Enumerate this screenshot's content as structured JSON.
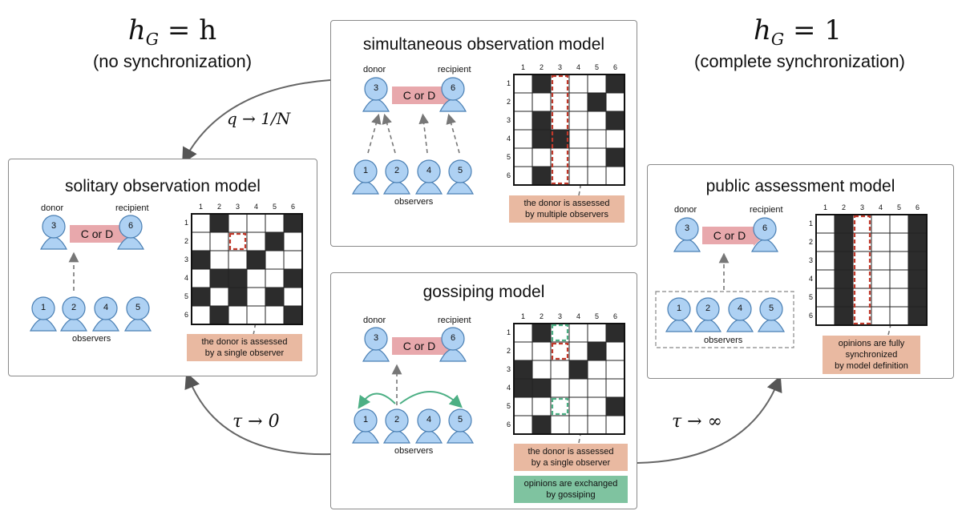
{
  "left_header": {
    "formula_lhs": "h",
    "formula_sub": "G",
    "formula_rhs": "= h",
    "caption": "(no synchronization)"
  },
  "right_header": {
    "formula_lhs": "h",
    "formula_sub": "G",
    "formula_rhs": "= 1",
    "caption": "(complete synchronization)"
  },
  "transitions": {
    "q": "q → 1/N",
    "tau_zero": "τ → 0",
    "tau_inf": "τ → ∞"
  },
  "common": {
    "donor": "donor",
    "recipient": "recipient",
    "action": "C or D",
    "observers": "observers",
    "donor_id": "3",
    "recipient_id": "6",
    "observer_ids": [
      "1",
      "2",
      "4",
      "5"
    ],
    "grid_labels": [
      "1",
      "2",
      "3",
      "4",
      "5",
      "6"
    ]
  },
  "colors": {
    "person_fill": "#aed1f3",
    "person_stroke": "#4a7fb3",
    "cell_dark": "#2c2c2c",
    "highlight_red": "#c0392b",
    "highlight_green": "#4caf84",
    "arrow_pink": "#e8a8ac"
  },
  "panels": [
    {
      "id": "simultaneous",
      "title": "simultaneous observation model",
      "notes": [
        "the donor is assessed",
        "by multiple observers"
      ],
      "matrix": [
        [
          0,
          1,
          0,
          0,
          0,
          1
        ],
        [
          0,
          0,
          0,
          0,
          1,
          0
        ],
        [
          0,
          1,
          0,
          0,
          0,
          1
        ],
        [
          0,
          1,
          1,
          0,
          0,
          0
        ],
        [
          0,
          0,
          0,
          0,
          0,
          1
        ],
        [
          0,
          1,
          0,
          0,
          0,
          0
        ]
      ]
    },
    {
      "id": "solitary",
      "title": "solitary observation model",
      "notes": [
        "the donor is assessed",
        "by a single observer"
      ],
      "matrix": [
        [
          0,
          1,
          0,
          0,
          0,
          1
        ],
        [
          0,
          0,
          0,
          0,
          1,
          0
        ],
        [
          1,
          0,
          0,
          1,
          0,
          0
        ],
        [
          0,
          1,
          1,
          0,
          0,
          1
        ],
        [
          1,
          0,
          1,
          0,
          1,
          0
        ],
        [
          0,
          1,
          0,
          0,
          0,
          1
        ]
      ]
    },
    {
      "id": "gossiping",
      "title": "gossiping model",
      "notes": [
        "the donor is assessed",
        "by a single observer"
      ],
      "notes_green": [
        "opinions are exchanged",
        "by gossiping"
      ],
      "matrix": [
        [
          0,
          1,
          0,
          0,
          0,
          1
        ],
        [
          0,
          0,
          0,
          0,
          1,
          0
        ],
        [
          1,
          0,
          0,
          1,
          0,
          0
        ],
        [
          1,
          1,
          0,
          0,
          0,
          0
        ],
        [
          0,
          0,
          0,
          0,
          0,
          1
        ],
        [
          0,
          1,
          0,
          0,
          0,
          0
        ]
      ]
    },
    {
      "id": "public",
      "title": "public assessment model",
      "notes": [
        "opinions are fully",
        "synchronized",
        "by model definition"
      ],
      "matrix": [
        [
          0,
          1,
          0,
          0,
          0,
          1
        ],
        [
          0,
          1,
          0,
          0,
          0,
          1
        ],
        [
          0,
          1,
          0,
          0,
          0,
          1
        ],
        [
          0,
          1,
          0,
          0,
          0,
          1
        ],
        [
          0,
          1,
          0,
          0,
          0,
          1
        ],
        [
          0,
          1,
          0,
          0,
          0,
          1
        ]
      ]
    }
  ]
}
